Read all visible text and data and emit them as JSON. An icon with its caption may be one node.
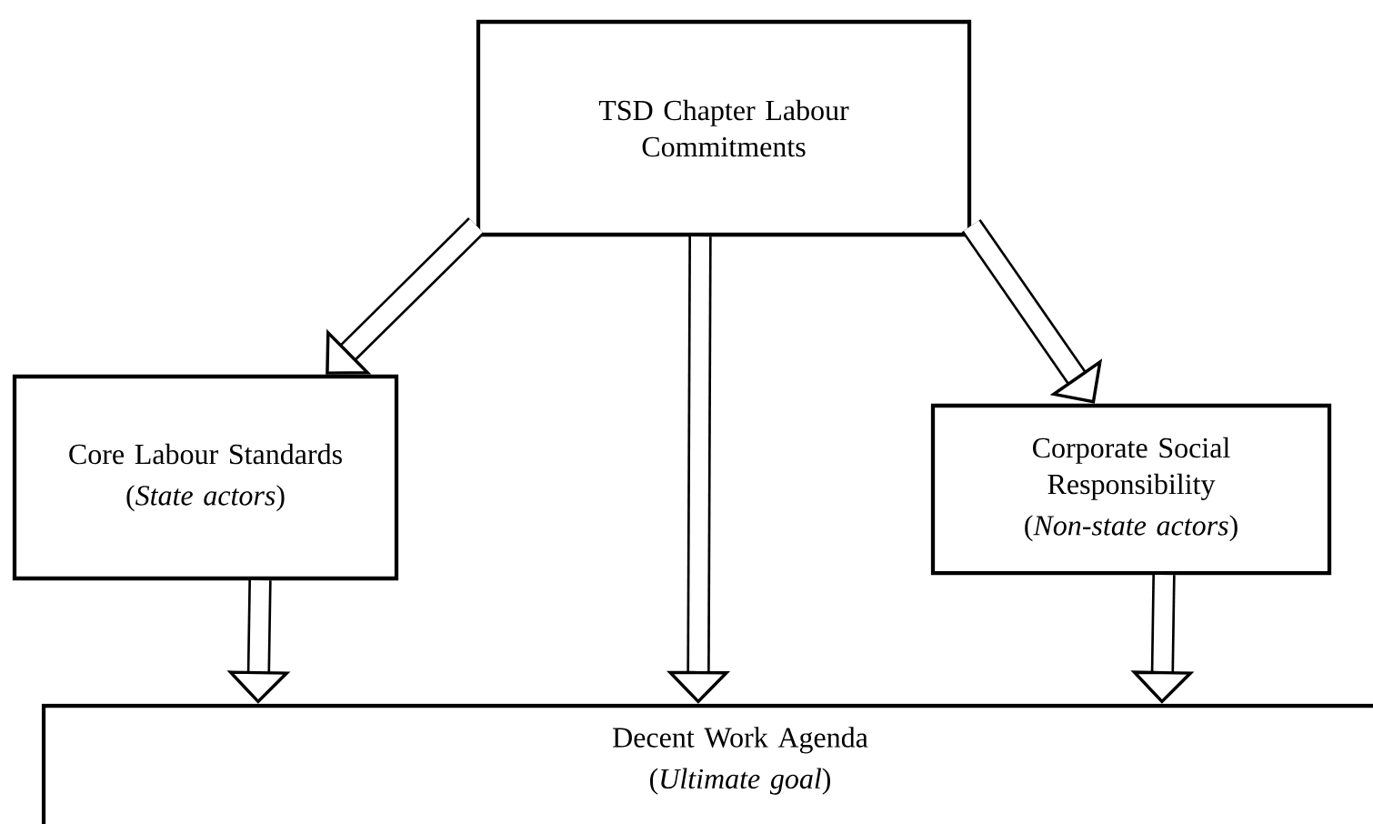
{
  "diagram": {
    "nodes": [
      {
        "text": [
          "TSD Chapter Labour Commitments"
        ]
      },
      {
        "text": [
          "Core Labour Standards",
          "(*State actors*)"
        ]
      },
      {
        "text": [
          "Corporate Social Responsibility",
          "(*Non-state actors*)"
        ]
      },
      {
        "text": [
          "Decent Work Agenda",
          "(*Ultimate goal*)"
        ]
      }
    ],
    "edges": [
      {
        "from": 0,
        "to": 1,
        "arrow": "to"
      },
      {
        "from": 0,
        "to": 2,
        "arrow": "to"
      },
      {
        "from": 0,
        "to": 3,
        "arrow": "to"
      },
      {
        "from": 1,
        "to": 3,
        "arrow": "to"
      },
      {
        "from": 2,
        "to": 3,
        "arrow": "to"
      }
    ]
  }
}
